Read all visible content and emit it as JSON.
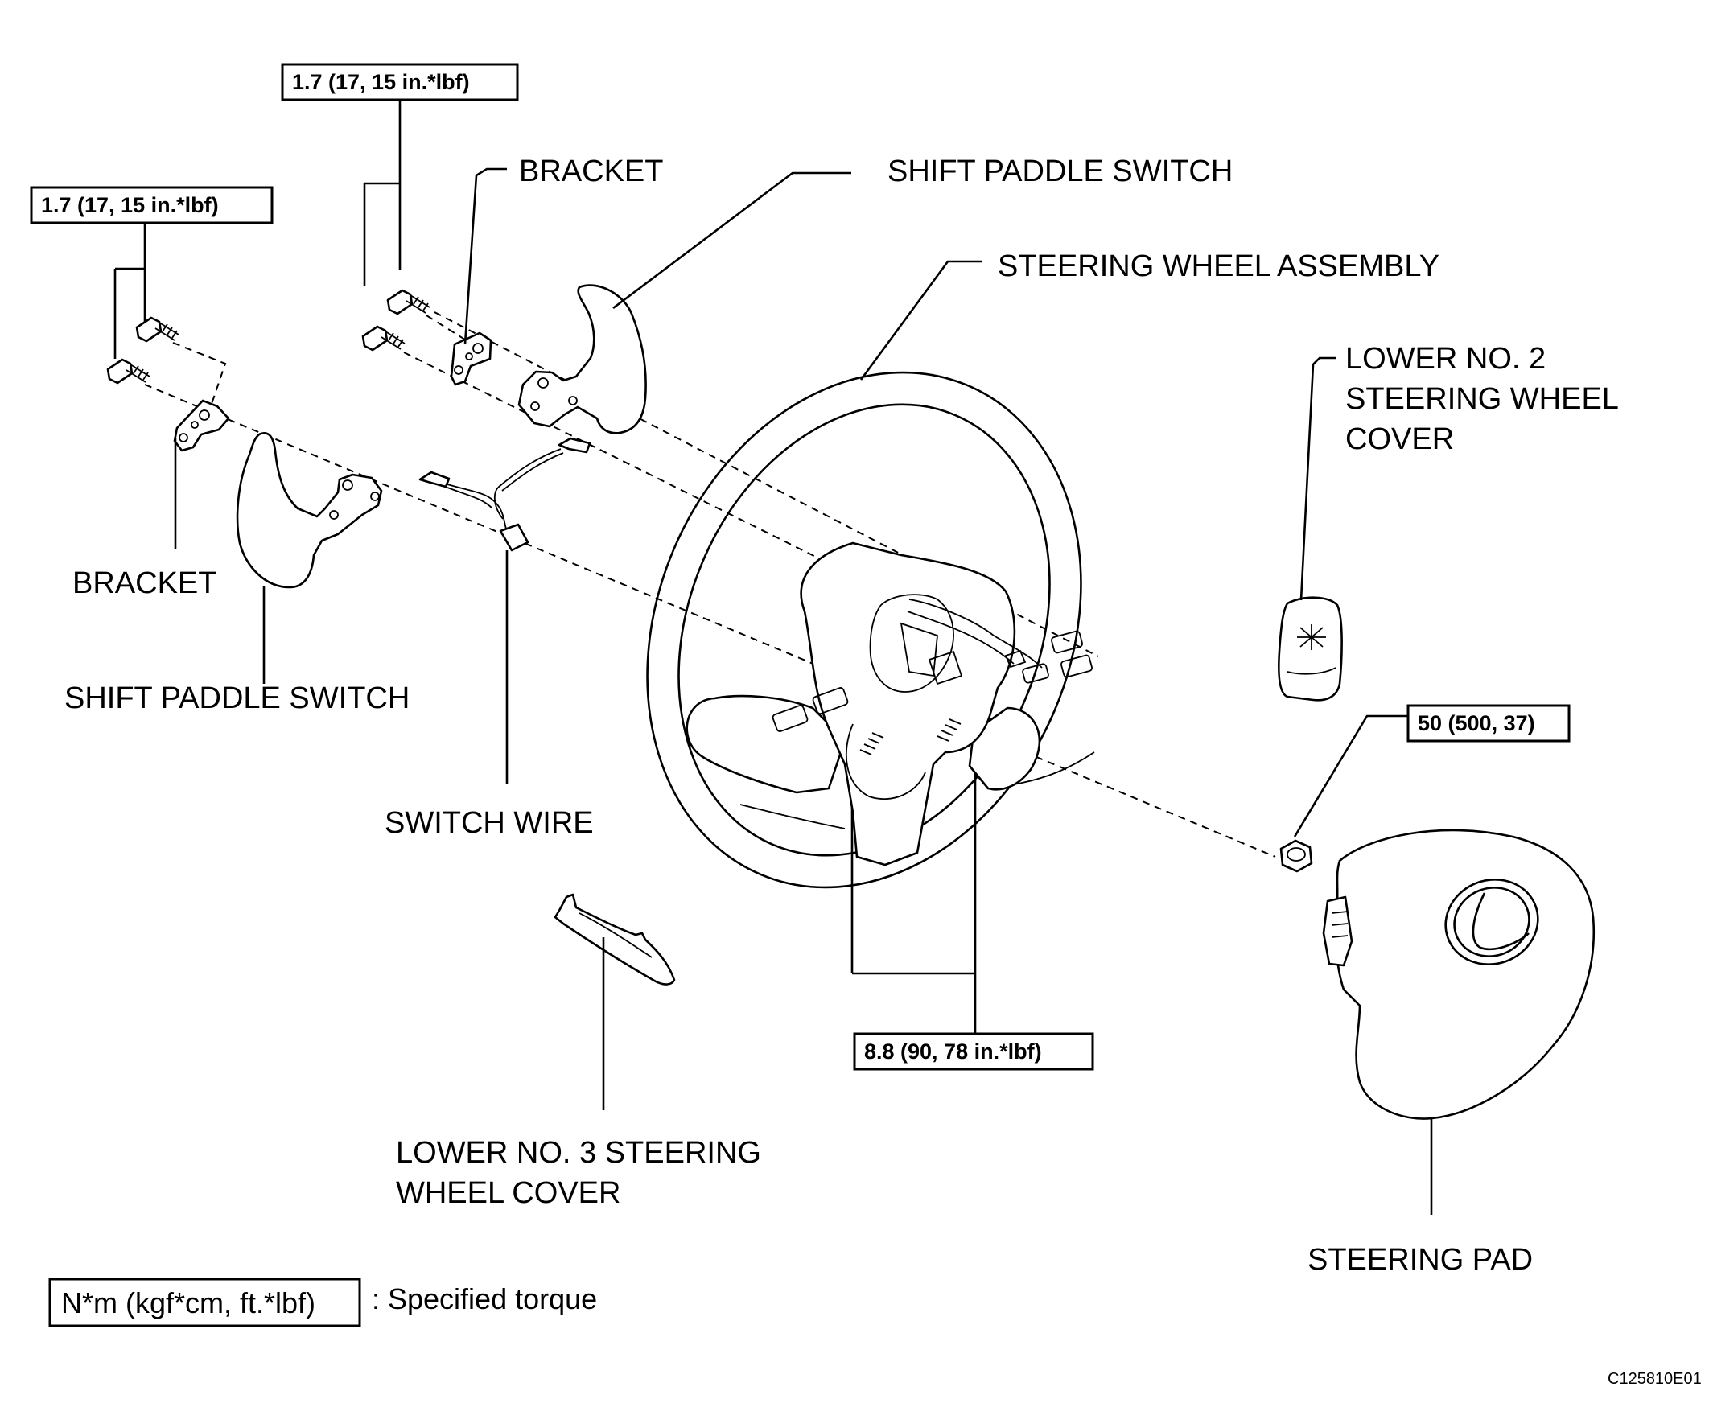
{
  "labels": {
    "bracket_upper": "BRACKET",
    "bracket_lower": "BRACKET",
    "shift_paddle_upper": "SHIFT PADDLE SWITCH",
    "shift_paddle_lower": "SHIFT PADDLE SWITCH",
    "steering_wheel_assembly": "STEERING WHEEL ASSEMBLY",
    "lower_no2_line1": "LOWER NO. 2",
    "lower_no2_line2": "STEERING WHEEL",
    "lower_no2_line3": "COVER",
    "switch_wire": "SWITCH WIRE",
    "lower_no3_line1": "LOWER NO. 3 STEERING",
    "lower_no3_line2": "WHEEL COVER",
    "steering_pad": "STEERING PAD"
  },
  "torques": {
    "left_bolts": "1.7 (17, 15 in.*lbf)",
    "upper_bolts": "1.7 (17, 15 in.*lbf)",
    "wheel_bolts": "8.8 (90, 78 in.*lbf)",
    "nut": "50 (500, 37)"
  },
  "legend": {
    "unit_box": "N*m (kgf*cm, ft.*lbf)",
    "description": ": Specified torque"
  },
  "figure_code": "C125810E01"
}
